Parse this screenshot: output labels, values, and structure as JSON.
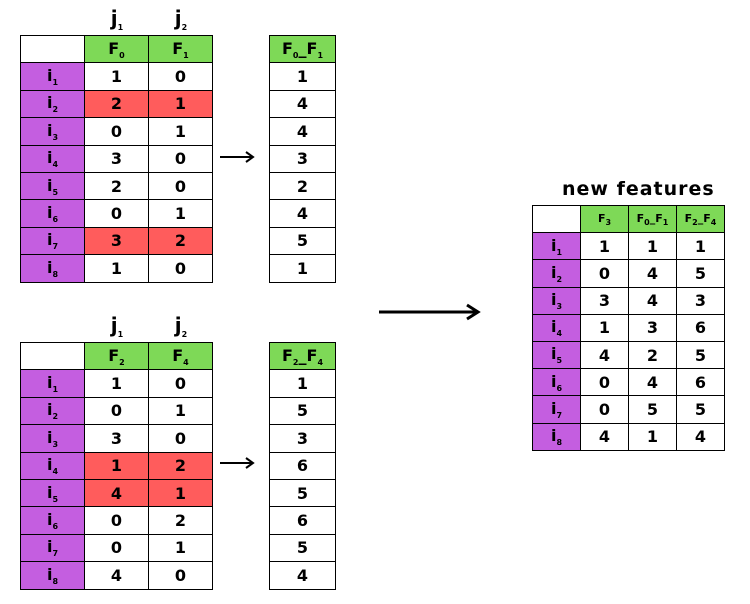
{
  "colors": {
    "header_green": "#7ED957",
    "row_purple": "#C45EE0",
    "highlight_red": "#FF5C5C",
    "border": "#000000"
  },
  "top": {
    "col_labels": [
      {
        "main": "j",
        "sub": "1"
      },
      {
        "main": "j",
        "sub": "2"
      }
    ],
    "headers": [
      {
        "main": "F",
        "sub": "0"
      },
      {
        "main": "F",
        "sub": "1"
      }
    ],
    "rows": [
      {
        "label": {
          "main": "i",
          "sub": "1"
        },
        "values": [
          "1",
          "0"
        ],
        "highlight": false
      },
      {
        "label": {
          "main": "i",
          "sub": "2"
        },
        "values": [
          "2",
          "1"
        ],
        "highlight": true
      },
      {
        "label": {
          "main": "i",
          "sub": "3"
        },
        "values": [
          "0",
          "1"
        ],
        "highlight": false
      },
      {
        "label": {
          "main": "i",
          "sub": "4"
        },
        "values": [
          "3",
          "0"
        ],
        "highlight": false
      },
      {
        "label": {
          "main": "i",
          "sub": "5"
        },
        "values": [
          "2",
          "0"
        ],
        "highlight": false
      },
      {
        "label": {
          "main": "i",
          "sub": "6"
        },
        "values": [
          "0",
          "1"
        ],
        "highlight": false
      },
      {
        "label": {
          "main": "i",
          "sub": "7"
        },
        "values": [
          "3",
          "2"
        ],
        "highlight": true
      },
      {
        "label": {
          "main": "i",
          "sub": "8"
        },
        "values": [
          "1",
          "0"
        ],
        "highlight": false
      }
    ],
    "result_header": {
      "parts": [
        {
          "main": "F",
          "sub": "0"
        },
        {
          "main": "_F",
          "sub": "1"
        }
      ]
    },
    "result_values": [
      "1",
      "4",
      "4",
      "3",
      "2",
      "4",
      "5",
      "1"
    ]
  },
  "bottom": {
    "col_labels": [
      {
        "main": "j",
        "sub": "1"
      },
      {
        "main": "j",
        "sub": "2"
      }
    ],
    "headers": [
      {
        "main": "F",
        "sub": "2"
      },
      {
        "main": "F",
        "sub": "4"
      }
    ],
    "rows": [
      {
        "label": {
          "main": "i",
          "sub": "1"
        },
        "values": [
          "1",
          "0"
        ],
        "highlight": false
      },
      {
        "label": {
          "main": "i",
          "sub": "2"
        },
        "values": [
          "0",
          "1"
        ],
        "highlight": false
      },
      {
        "label": {
          "main": "i",
          "sub": "3"
        },
        "values": [
          "3",
          "0"
        ],
        "highlight": false
      },
      {
        "label": {
          "main": "i",
          "sub": "4"
        },
        "values": [
          "1",
          "2"
        ],
        "highlight": true
      },
      {
        "label": {
          "main": "i",
          "sub": "5"
        },
        "values": [
          "4",
          "1"
        ],
        "highlight": true
      },
      {
        "label": {
          "main": "i",
          "sub": "6"
        },
        "values": [
          "0",
          "2"
        ],
        "highlight": false
      },
      {
        "label": {
          "main": "i",
          "sub": "7"
        },
        "values": [
          "0",
          "1"
        ],
        "highlight": false
      },
      {
        "label": {
          "main": "i",
          "sub": "8"
        },
        "values": [
          "4",
          "0"
        ],
        "highlight": false
      }
    ],
    "result_header": {
      "parts": [
        {
          "main": "F",
          "sub": "2"
        },
        {
          "main": "_F",
          "sub": "4"
        }
      ]
    },
    "result_values": [
      "1",
      "5",
      "3",
      "6",
      "5",
      "6",
      "5",
      "4"
    ]
  },
  "new_features": {
    "title": "new features",
    "headers": [
      {
        "parts": [
          {
            "main": "F",
            "sub": "3"
          }
        ]
      },
      {
        "parts": [
          {
            "main": "F",
            "sub": "0"
          },
          {
            "main": "_F",
            "sub": "1"
          }
        ]
      },
      {
        "parts": [
          {
            "main": "F",
            "sub": "2"
          },
          {
            "main": "_F",
            "sub": "4"
          }
        ]
      }
    ],
    "rows": [
      {
        "label": {
          "main": "i",
          "sub": "1"
        },
        "values": [
          "1",
          "1",
          "1"
        ]
      },
      {
        "label": {
          "main": "i",
          "sub": "2"
        },
        "values": [
          "0",
          "4",
          "5"
        ]
      },
      {
        "label": {
          "main": "i",
          "sub": "3"
        },
        "values": [
          "3",
          "4",
          "3"
        ]
      },
      {
        "label": {
          "main": "i",
          "sub": "4"
        },
        "values": [
          "1",
          "3",
          "6"
        ]
      },
      {
        "label": {
          "main": "i",
          "sub": "5"
        },
        "values": [
          "4",
          "2",
          "5"
        ]
      },
      {
        "label": {
          "main": "i",
          "sub": "6"
        },
        "values": [
          "0",
          "4",
          "6"
        ]
      },
      {
        "label": {
          "main": "i",
          "sub": "7"
        },
        "values": [
          "0",
          "5",
          "5"
        ]
      },
      {
        "label": {
          "main": "i",
          "sub": "8"
        },
        "values": [
          "4",
          "1",
          "4"
        ]
      }
    ]
  }
}
